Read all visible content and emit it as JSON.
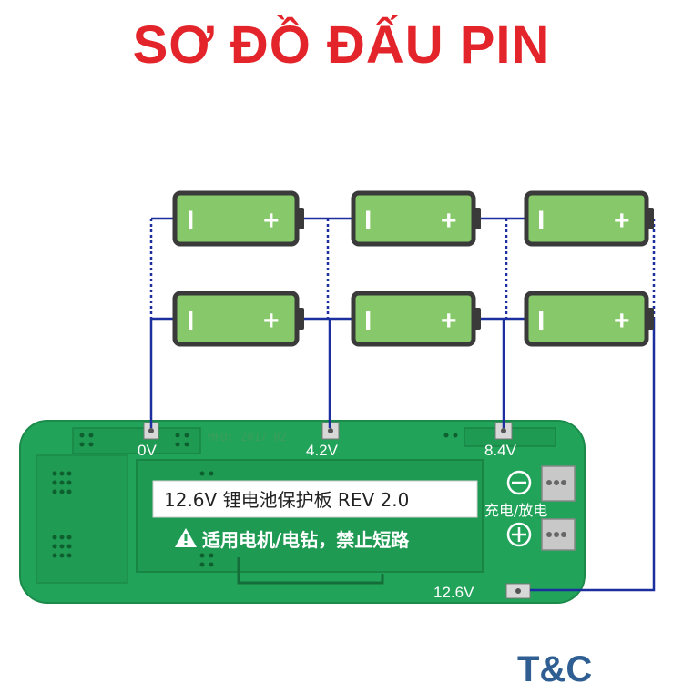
{
  "title": "SƠ ĐỒ ĐẤU PIN",
  "colors": {
    "title_red": "#e3242b",
    "wire_blue": "#1b2f9e",
    "battery_green": "#87c96a",
    "battery_outline": "#3a3a3a",
    "pcb_green": "#22a35a",
    "logo_blue": "#2f5f92"
  },
  "battery_cells": {
    "minus_sign": "I",
    "plus_sign": "+"
  },
  "board": {
    "mfd_text": "MFD: 2017.02",
    "title_text": "12.6V 锂电池保护板 REV 2.0",
    "warning_text": "适用电机/电钻，禁止短路",
    "charge_discharge_label": "充电/放电",
    "minus_symbol": "−",
    "plus_symbol": "+",
    "warning_icon": "warning-triangle-icon"
  },
  "pads": [
    {
      "label": "0V"
    },
    {
      "label": "4.2V"
    },
    {
      "label": "8.4V"
    },
    {
      "label": "12.6V"
    }
  ],
  "logo_text": "T&C"
}
